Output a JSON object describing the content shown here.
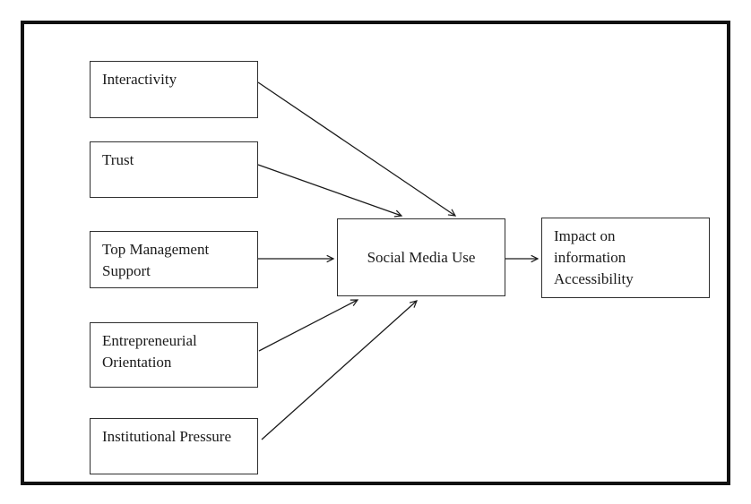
{
  "figure": {
    "type": "conceptual-model-diagram",
    "background_color": "#ffffff",
    "frame_color": "#111111",
    "box_border_color": "#2f2f2f",
    "arrow_color": "#1a1a1a",
    "text_color": "#1a1a1a"
  },
  "nodes": {
    "interactivity": {
      "label": "Interactivity",
      "lines": [
        "Interactivity"
      ]
    },
    "trust": {
      "label": "Trust",
      "lines": [
        "Trust"
      ]
    },
    "top_management": {
      "label": "Top Management Support",
      "lines": [
        "Top Management",
        "Support"
      ]
    },
    "entrepreneurial": {
      "label": "Entrepreneurial Orientation",
      "lines": [
        "Entrepreneurial",
        "Orientation"
      ]
    },
    "institutional": {
      "label": "Institutional Pressure",
      "lines": [
        "Institutional Pressure"
      ]
    },
    "social_media_use": {
      "label": "Social Media Use",
      "lines": [
        "Social Media Use"
      ]
    },
    "impact": {
      "label": "Impact on information Accessibility",
      "lines": [
        "Impact on",
        "information",
        "Accessibility"
      ]
    }
  },
  "edges": [
    {
      "from": "Interactivity",
      "to": "Social Media Use"
    },
    {
      "from": "Trust",
      "to": "Social Media Use"
    },
    {
      "from": "Top Management Support",
      "to": "Social Media Use"
    },
    {
      "from": "Entrepreneurial Orientation",
      "to": "Social Media Use"
    },
    {
      "from": "Institutional Pressure",
      "to": "Social Media Use"
    },
    {
      "from": "Social Media Use",
      "to": "Impact on information Accessibility"
    }
  ]
}
